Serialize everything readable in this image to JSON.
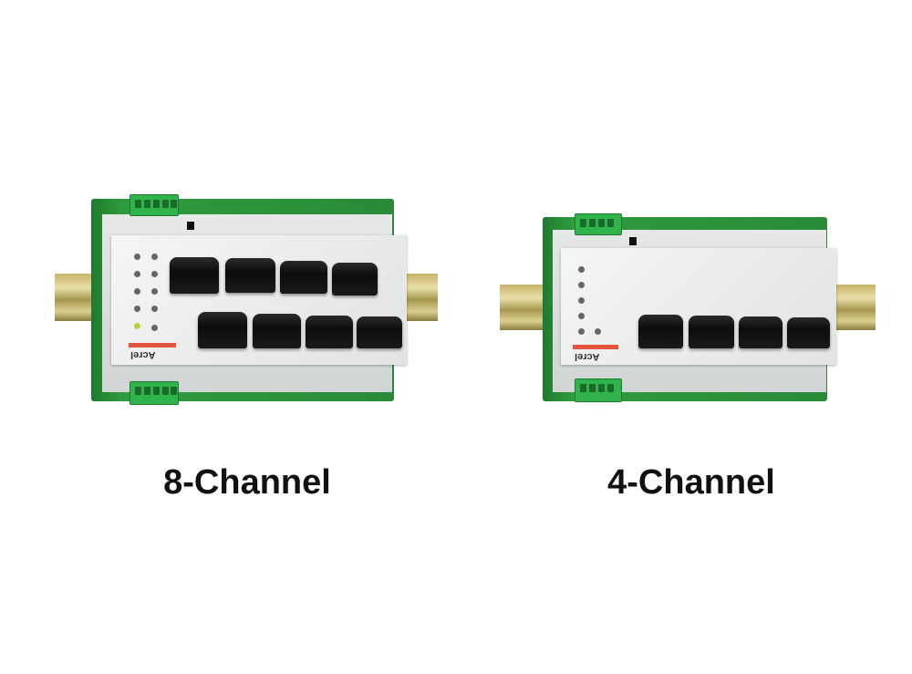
{
  "products": [
    {
      "caption": "8-Channel",
      "brand": "Acrel",
      "channels": 8
    },
    {
      "caption": "4-Channel",
      "brand": "Acrel",
      "channels": 4
    }
  ],
  "colors": {
    "housing": "#2a8a38",
    "terminal": "#2fb34a",
    "logo_bar": "#e2553a",
    "coil": "#111111"
  }
}
